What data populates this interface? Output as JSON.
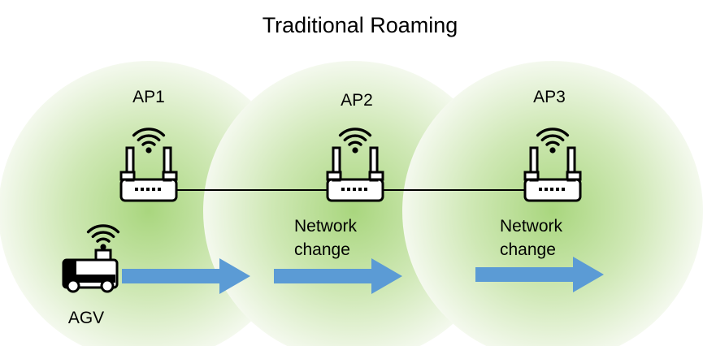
{
  "title": "Traditional Roaming",
  "access_points": [
    {
      "label": "AP1"
    },
    {
      "label": "AP2"
    },
    {
      "label": "AP3"
    }
  ],
  "vehicle": {
    "label": "AGV"
  },
  "transitions": [
    {
      "line1": "Network",
      "line2": "change"
    },
    {
      "line1": "Network",
      "line2": "change"
    }
  ],
  "colors": {
    "coverage_center": "#a9d67e",
    "coverage_edge": "#f4f9ee",
    "arrow": "#5b9bd5",
    "device_stroke": "#000000",
    "device_fill": "#ffffff"
  },
  "icons": {
    "access_point": "wifi-router-icon",
    "signal": "wifi-signal-icon",
    "vehicle": "agv-vehicle-icon",
    "direction": "right-arrow-icon"
  }
}
